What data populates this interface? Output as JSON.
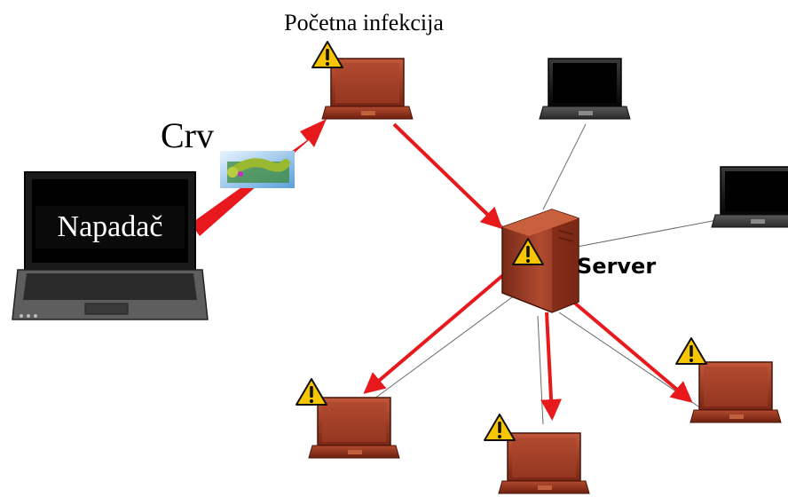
{
  "labels": {
    "initial_infection": "Početna infekcija",
    "worm": "Crv",
    "attacker": "Napadač",
    "server": "Server"
  },
  "colors": {
    "attack_arrow": "#e8191c",
    "infected_laptop": "#9a3a22",
    "clean_laptop": "#1a1a1a",
    "warning_fill": "#f7c600",
    "server_body": "#a8442a",
    "link_line": "#6a6a6a"
  },
  "icons": {
    "warning": "warning-triangle-icon",
    "laptop": "laptop-icon",
    "server": "server-tower-icon",
    "worm": "worm-icon"
  }
}
